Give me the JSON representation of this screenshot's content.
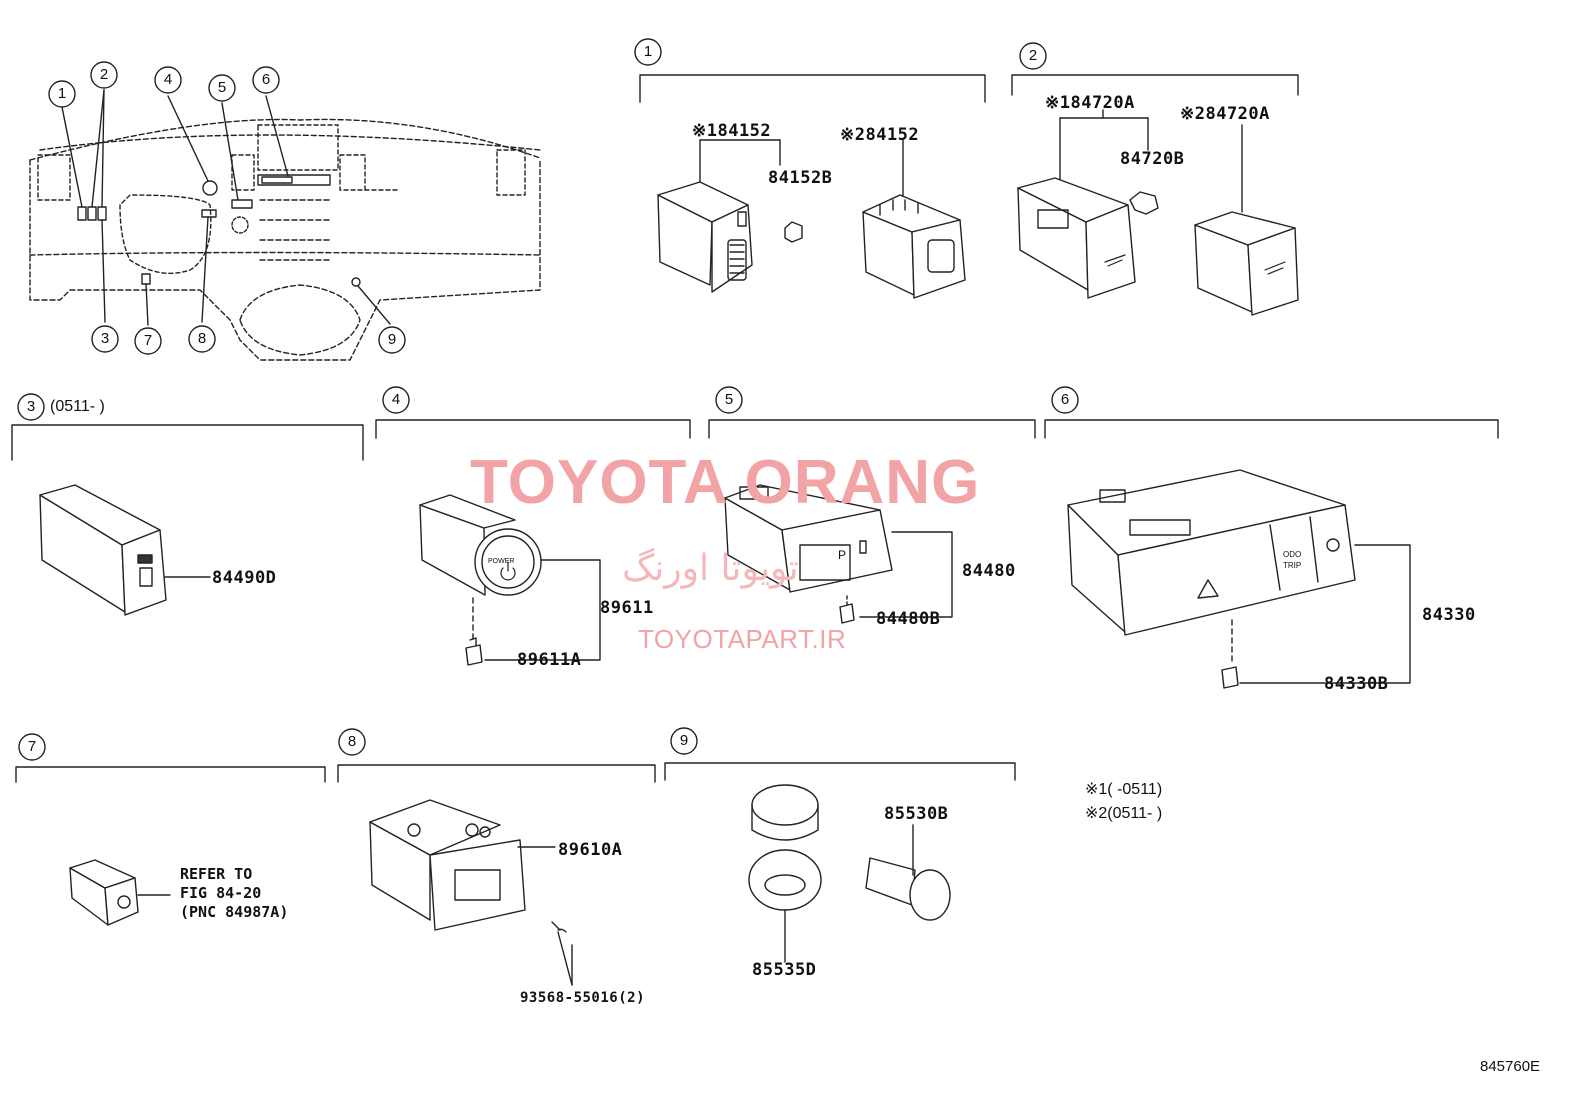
{
  "callouts": [
    "1",
    "2",
    "3",
    "4",
    "5",
    "6",
    "7",
    "8",
    "9"
  ],
  "groups": {
    "g1": {
      "num": "1"
    },
    "g2": {
      "num": "2"
    },
    "g3": {
      "num": "3",
      "range": "(0511-    )"
    },
    "g4": {
      "num": "4"
    },
    "g5": {
      "num": "5"
    },
    "g6": {
      "num": "6"
    },
    "g7": {
      "num": "7"
    },
    "g8": {
      "num": "8"
    },
    "g9": {
      "num": "9"
    }
  },
  "parts": {
    "p84152_1": "※184152",
    "p84152b": "84152B",
    "p84152_2": "※284152",
    "p84720a_1": "※184720A",
    "p84720b": "84720B",
    "p84720a_2": "※284720A",
    "p84490d": "84490D",
    "p89611": "89611",
    "p89611a": "89611A",
    "p84480": "84480",
    "p84480b": "84480B",
    "p84330": "84330",
    "p84330b": "84330B",
    "p89610a": "89610A",
    "p93568": "93568-55016(2)",
    "p85530b": "85530B",
    "p85535d": "85535D"
  },
  "refer": {
    "line1": "REFER TO",
    "line2": "FIG 84-20",
    "line3": "(PNC 84987A)"
  },
  "notes": {
    "n1": "※1(    -0511)",
    "n2": "※2(0511-    )"
  },
  "watermark": {
    "brand": "TOYOTA ORANG",
    "persian": "تویوتا اورنگ",
    "site": "TOYOTAPART.IR"
  },
  "figure_code": "845760E",
  "icons": {
    "power_label": "POWER",
    "odo_label": "ODO",
    "trip_label": "TRIP",
    "p_label": "P"
  }
}
